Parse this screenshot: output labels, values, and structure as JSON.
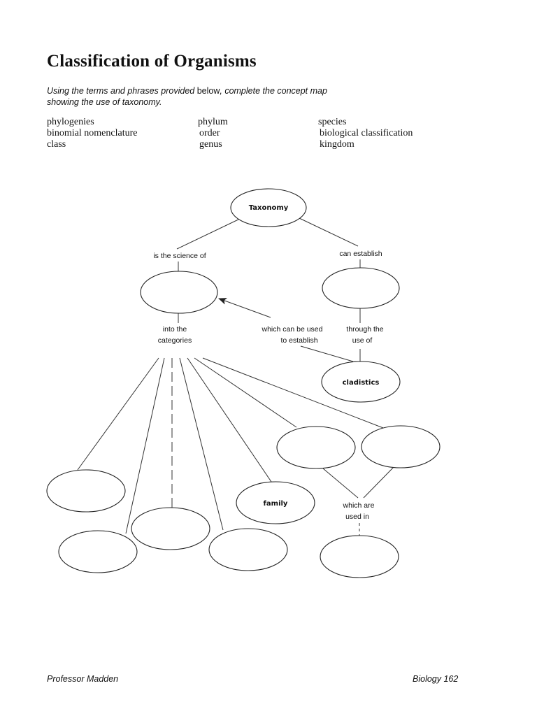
{
  "title": "Classification of Organisms",
  "instructions": {
    "part1": "Using the terms and phrases provided ",
    "emphasis": "below",
    "part2": ", complete the concept map",
    "line2": "showing the use of taxonomy."
  },
  "terms": {
    "col1": [
      "phylogenies",
      "binomial nomenclature",
      "class"
    ],
    "col2": [
      "phylum",
      "order",
      "genus"
    ],
    "col3": [
      "species",
      "biological classification",
      "kingdom"
    ]
  },
  "concept_map": {
    "nodes": {
      "taxonomy": "Taxonomy",
      "cladistics": "cladistics",
      "family": "family"
    },
    "links": {
      "is_science_of": "is the science of",
      "can_establish": "can establish",
      "into_categories": [
        "into the",
        "categories"
      ],
      "used_to_establish": [
        "which can be used",
        "to establish"
      ],
      "through_use_of": [
        "through the",
        "use of"
      ],
      "which_are_used_in": [
        "which are",
        "used in"
      ]
    }
  },
  "footer": {
    "left": "Professor Madden",
    "right": "Biology 162"
  }
}
